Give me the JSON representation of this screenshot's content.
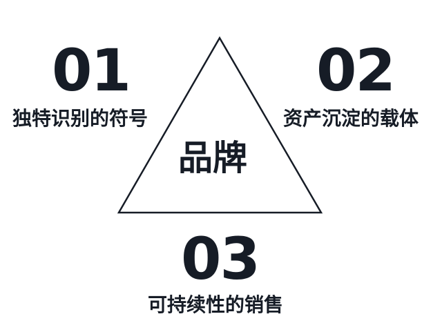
{
  "center": {
    "label": "品牌"
  },
  "points": [
    {
      "number": "01",
      "label": "独特识别的符号"
    },
    {
      "number": "02",
      "label": "资产沉淀的载体"
    },
    {
      "number": "03",
      "label": "可持续性的销售"
    }
  ],
  "colors": {
    "text": "#161c26",
    "line": "#161c26",
    "background": "#ffffff"
  }
}
